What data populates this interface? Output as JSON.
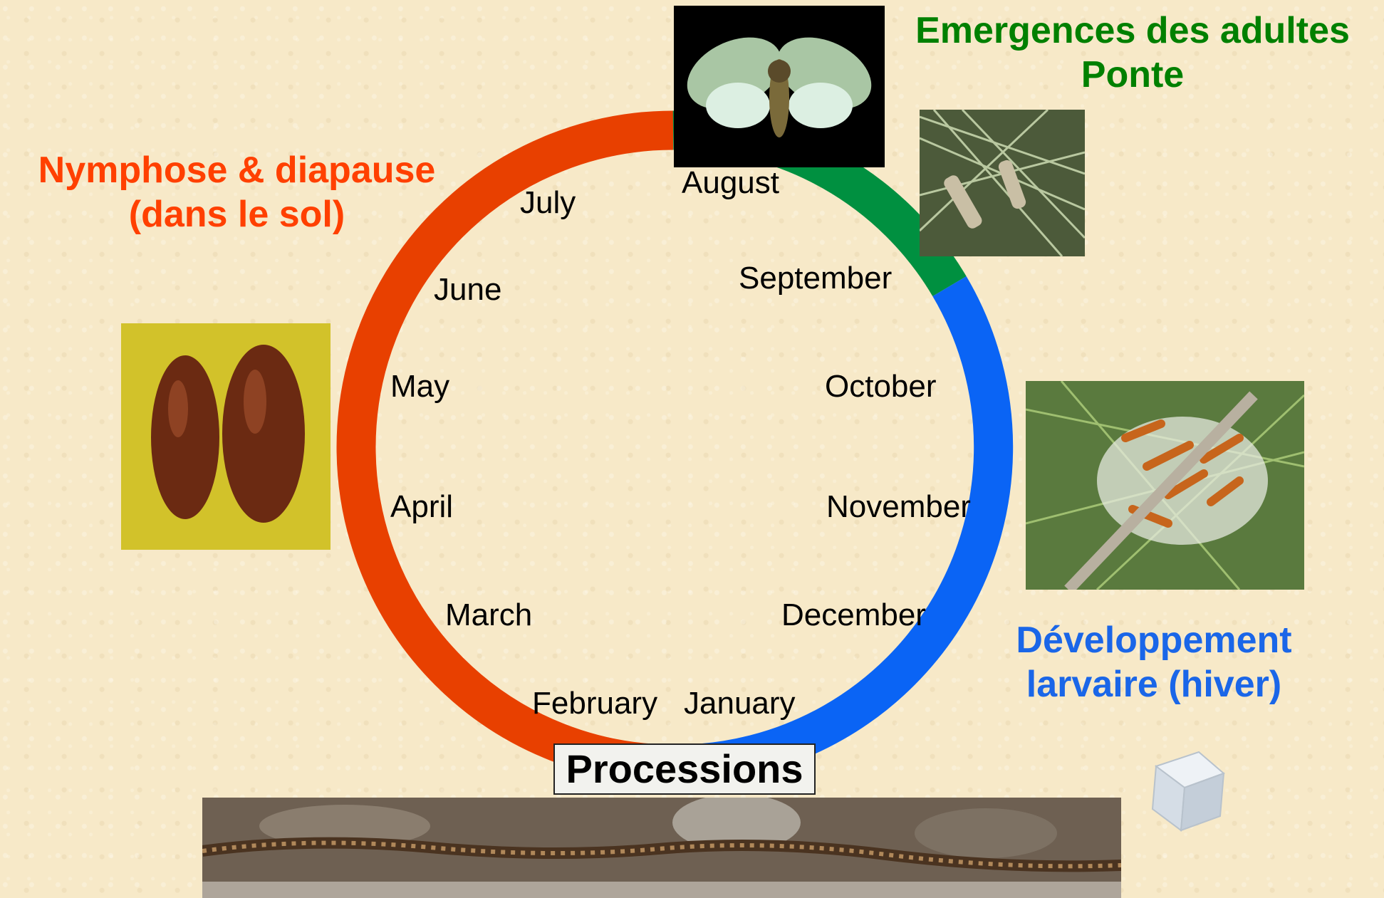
{
  "phases": {
    "adults": {
      "line1": "Emergences des adultes",
      "line2": "Ponte",
      "color": "#008000"
    },
    "pupation": {
      "line1": "Nymphose & diapause",
      "line2": "(dans le sol)",
      "color": "#ff4000"
    },
    "larvae": {
      "line1": "Développement",
      "line2": "larvaire (hiver)",
      "color": "#1a66e8"
    },
    "processions": "Processions"
  },
  "months": [
    "January",
    "February",
    "March",
    "April",
    "May",
    "June",
    "July",
    "August",
    "September",
    "October",
    "November",
    "December"
  ],
  "ring_colors": {
    "red": "#e84000",
    "green": "#009040",
    "blue": "#0a64f5"
  },
  "images": [
    "moth-photo",
    "eggs-on-pine-photo",
    "pupae-photo",
    "caterpillar-nest-photo",
    "ice-cube-photo",
    "procession-photo"
  ]
}
